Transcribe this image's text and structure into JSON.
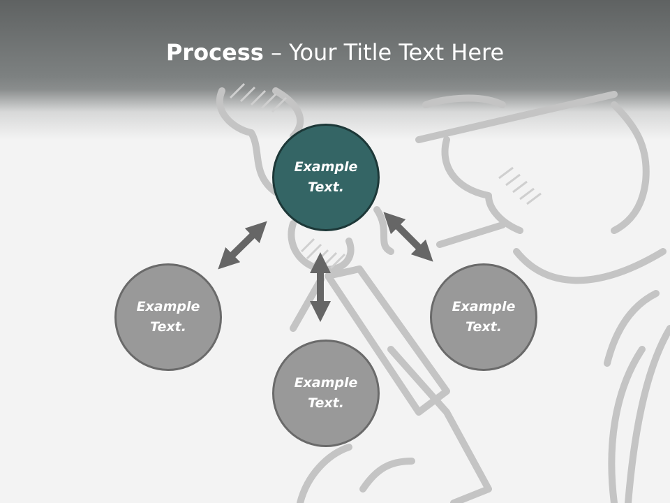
{
  "title": {
    "strong": "Process",
    "separator": " – ",
    "rest": "Your Title Text Here"
  },
  "nodes": {
    "center": {
      "line1": "Example",
      "line2": "Text."
    },
    "left": {
      "line1": "Example",
      "line2": "Text."
    },
    "bottom": {
      "line1": "Example",
      "line2": "Text."
    },
    "right": {
      "line1": "Example",
      "line2": "Text."
    }
  },
  "colors": {
    "center_node": "#346565",
    "outer_node": "#999999",
    "arrow": "#666666",
    "title_text": "#ffffff"
  },
  "background_illustration": "line-art-man-with-cigarette-holding-pistol"
}
